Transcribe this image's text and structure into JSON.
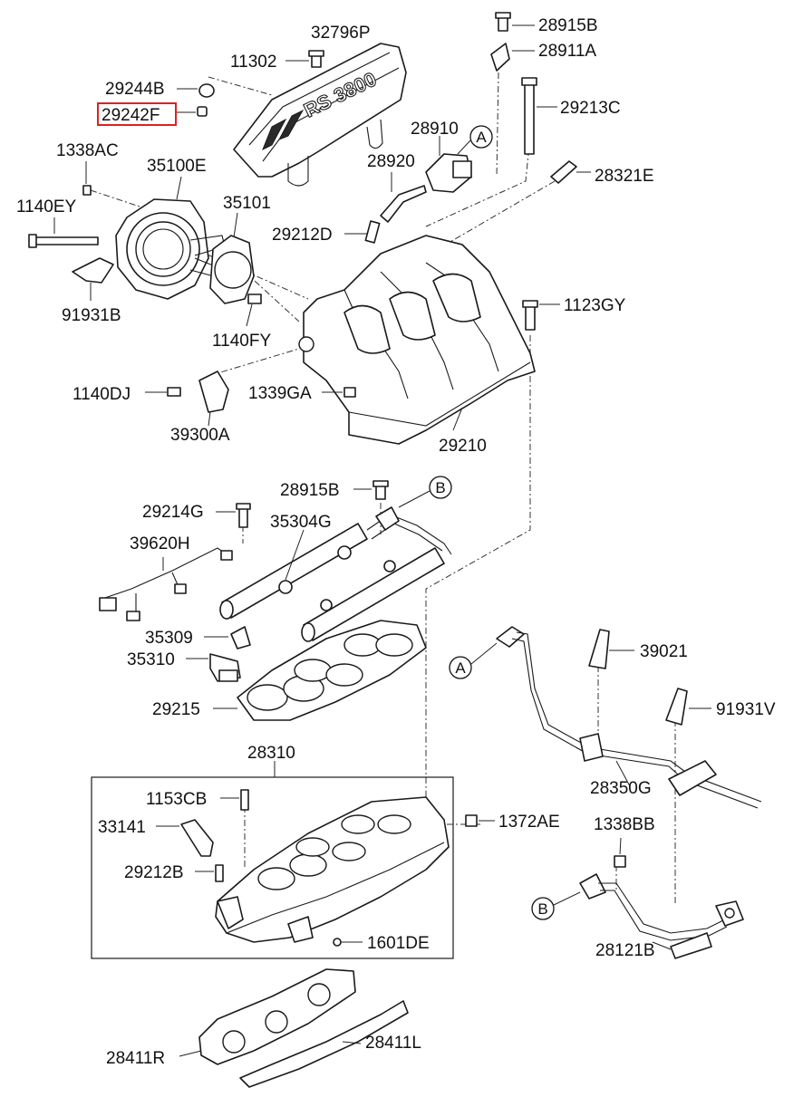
{
  "labels": {
    "p32796P": "32796P",
    "p11302": "11302",
    "p29244B": "29244B",
    "p29242F": "29242F",
    "p28915B_top": "28915B",
    "p28911A": "28911A",
    "p29213C": "29213C",
    "p28910": "28910",
    "p28920": "28920",
    "p28321E": "28321E",
    "p1338AC": "1338AC",
    "p35100E": "35100E",
    "p1140EY": "1140EY",
    "p35101": "35101",
    "p29212D": "29212D",
    "p91931B": "91931B",
    "p1140FY": "1140FY",
    "p1123GY": "1123GY",
    "p1140DJ": "1140DJ",
    "p1339GA": "1339GA",
    "p39300A": "39300A",
    "p29210": "29210",
    "p28915B_mid": "28915B",
    "p29214G": "29214G",
    "p35304G": "35304G",
    "p39620H": "39620H",
    "p35309": "35309",
    "p35310": "35310",
    "p29215": "29215",
    "p39021": "39021",
    "p91931V": "91931V",
    "p28350G": "28350G",
    "p28310": "28310",
    "p1153CB": "1153CB",
    "p33141": "33141",
    "p1372AE": "1372AE",
    "p29212B": "29212B",
    "p1338BB": "1338BB",
    "p1601DE": "1601DE",
    "p28121B": "28121B",
    "p28411R": "28411R",
    "p28411L": "28411L"
  },
  "callouts": {
    "a_top": "A",
    "b_rail": "B",
    "a_pipe": "A",
    "b_pipe": "B"
  },
  "cover_text": "RS 3800",
  "highlight_color": "#e02020"
}
